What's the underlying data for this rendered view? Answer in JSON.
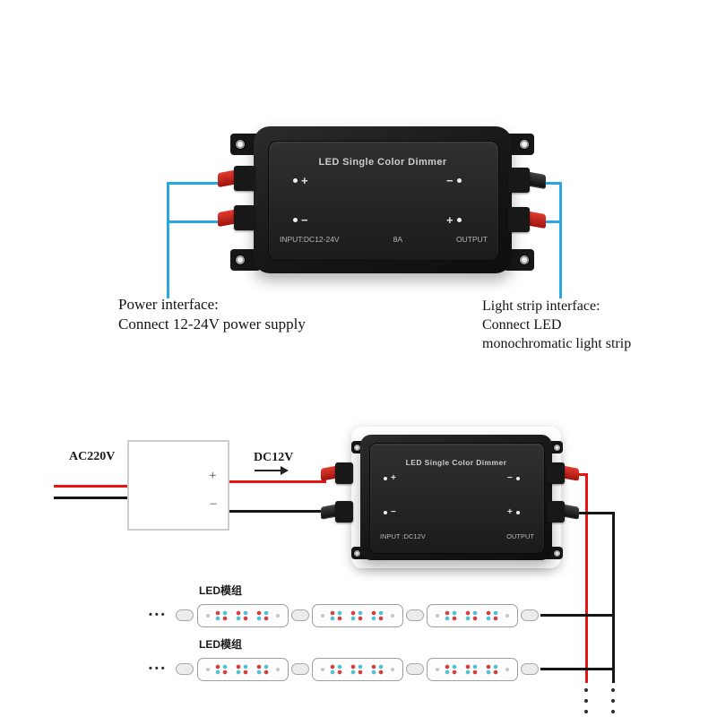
{
  "top_device": {
    "title": "LED Single Color Dimmer",
    "input_label": "INPUT:DC12-24V",
    "amp_label": "8A",
    "output_label": "OUTPUT",
    "plus": "+",
    "minus": "−"
  },
  "annotations": {
    "power": {
      "line1": "Power interface:",
      "line2": "Connect 12-24V power supply"
    },
    "strip": {
      "line1": "Light strip interface:",
      "line2": "Connect LED",
      "line3": " monochromatic light strip"
    }
  },
  "wiring": {
    "ac_label": "AC220V",
    "dc_label": "DC12V",
    "psu_plus": "+",
    "psu_minus": "−",
    "ellipsis": "•••"
  },
  "bottom_device": {
    "title": "LED Single Color Dimmer",
    "input_label": "INPUT :DC12V",
    "output_label": "OUTPUT",
    "plus": "+",
    "minus": "−"
  },
  "led_rows": {
    "row1_label": "LED模组",
    "row2_label": "LED模组"
  },
  "colors": {
    "wire_blue": "#2aa7e0",
    "wire_red": "#e51515",
    "wire_black": "#161616",
    "led_red": "#d33f3f",
    "led_cyan": "#4fc0d6"
  }
}
